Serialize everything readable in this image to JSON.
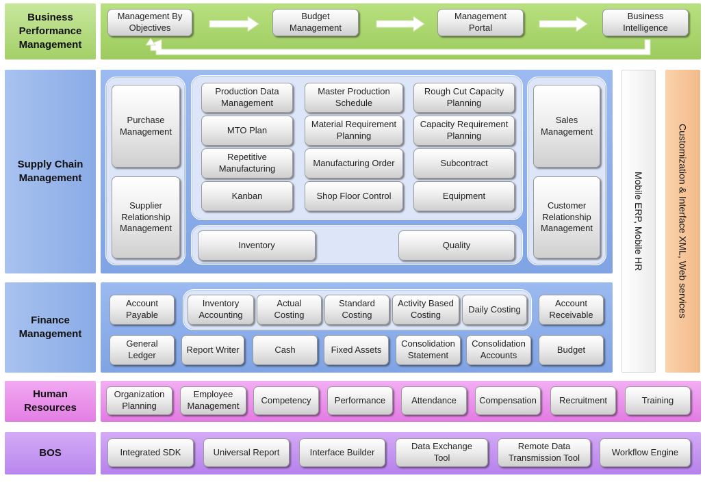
{
  "bpm": {
    "label": "Business\nPerformance\nManagement",
    "items": [
      "Management By\nObjectives",
      "Budget\nManagement",
      "Management\nPortal",
      "Business\nIntelligence"
    ]
  },
  "scm": {
    "label": "Supply Chain\nManagement",
    "left": [
      "Purchase\nManagement",
      "Supplier\nRelationship\nManagement"
    ],
    "center": [
      "Production Data\nManagement",
      "Master Production\nSchedule",
      "Rough Cut Capacity\nPlanning",
      "MTO Plan",
      "Material Requirement\nPlanning",
      "Capacity  Requirement\nPlanning",
      "Repetitive\nManufacturing",
      "Manufacturing Order",
      "Subcontract",
      "Kanban",
      "Shop Floor Control",
      "Equipment"
    ],
    "bottom": [
      "Inventory",
      "Quality"
    ],
    "right": [
      "Sales\nManagement",
      "Customer\nRelationship\nManagement"
    ]
  },
  "fin": {
    "label": "Finance\nManagement",
    "row1_left": "Account\nPayable",
    "row1_group": [
      "Inventory\nAccounting",
      "Actual\nCosting",
      "Standard\nCosting",
      "Activity Based\nCosting",
      "Daily Costing"
    ],
    "row1_right": "Account\nReceivable",
    "row2": [
      "General\nLedger",
      "Report Writer",
      "Cash",
      "Fixed Assets",
      "Consolidation\nStatement",
      "Consolidation\nAccounts",
      "Budget"
    ]
  },
  "hr": {
    "label": "Human\nResources",
    "items": [
      "Organization\nPlanning",
      "Employee\nManagement",
      "Competency",
      "Performance",
      "Attendance",
      "Compensation",
      "Recruitment",
      "Training"
    ]
  },
  "bos": {
    "label": "BOS",
    "items": [
      "Integrated SDK",
      "Universal Report",
      "Interface Builder",
      "Data Exchange\nTool",
      "Remote Data\nTransmission Tool",
      "Workflow Engine"
    ]
  },
  "side": {
    "mobile": "Mobile ERP, Mobile HR",
    "custom": "Customization & Interface XML, Web services"
  },
  "colors": {
    "green": "#a5d36a",
    "blue": "#8fb0ea",
    "purple_hr": "#e98bea",
    "purple_bos": "#bf8ff0",
    "orange": "#f6c08f"
  }
}
